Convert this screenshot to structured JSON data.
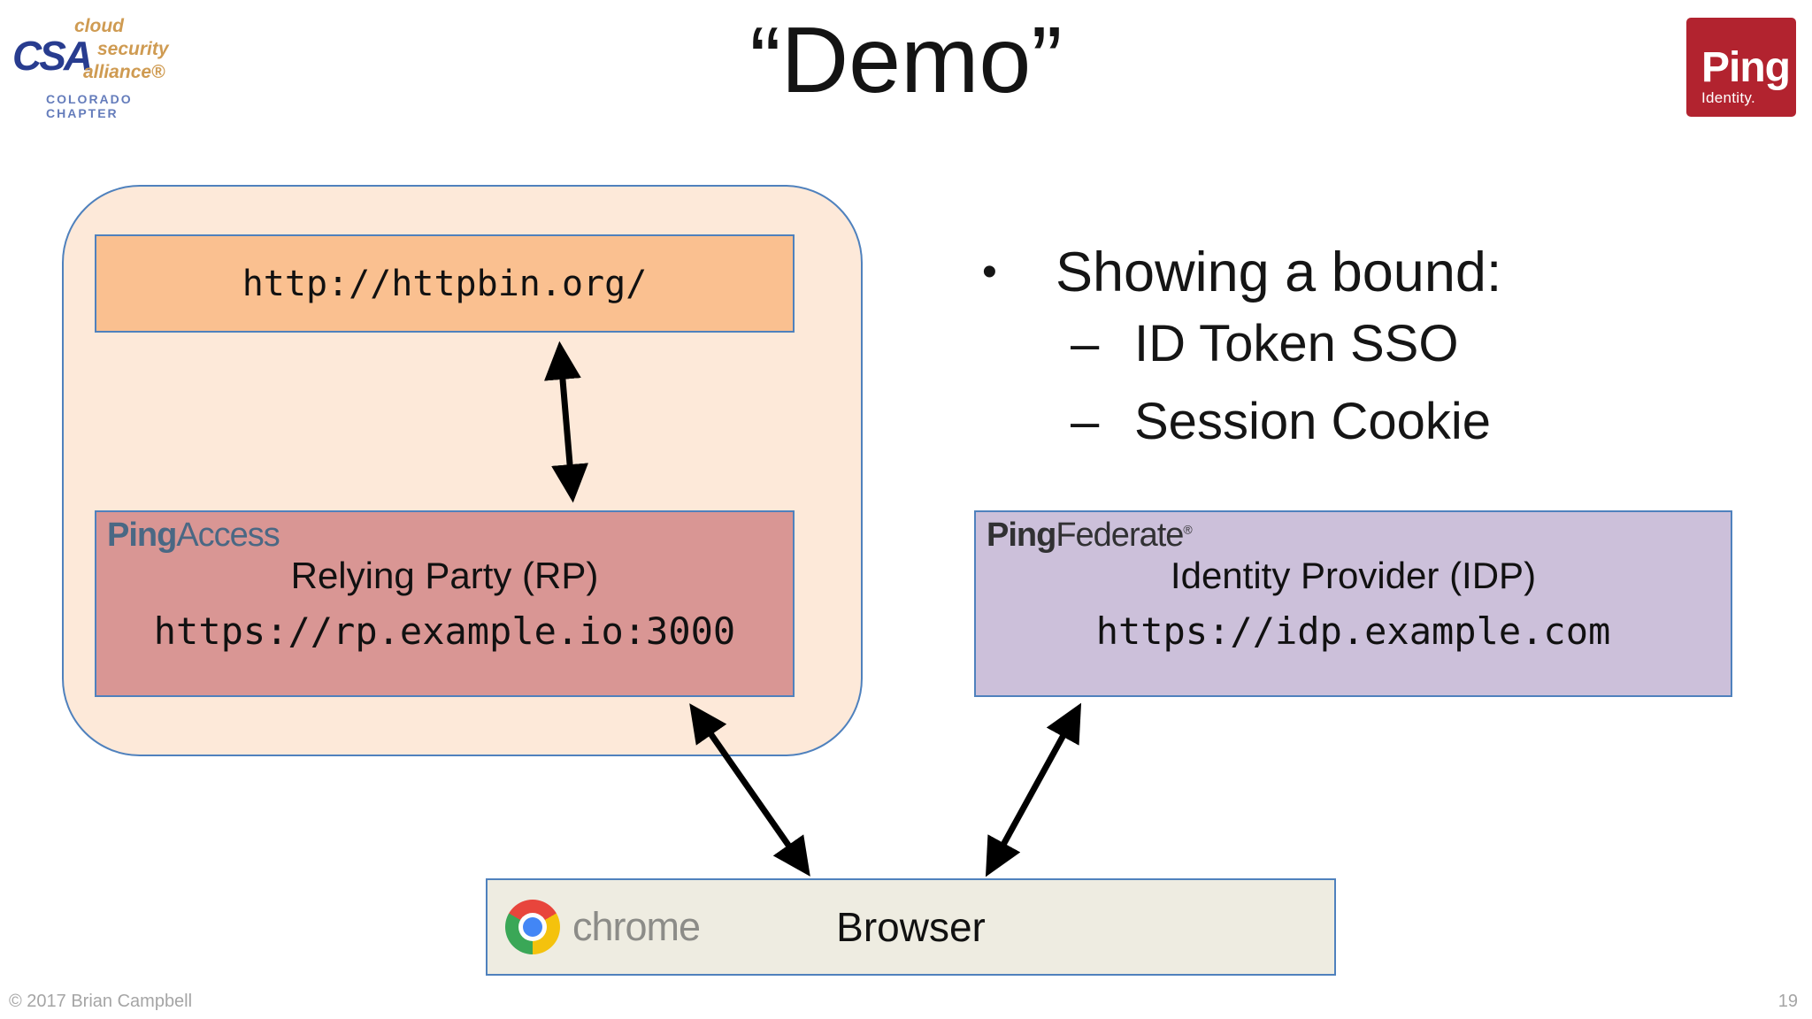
{
  "header": {
    "title": "“Demo”",
    "csa_logo": {
      "acronym": "CSA",
      "words": [
        "cloud",
        "security",
        "alliance®"
      ],
      "chapter": "COLORADO CHAPTER"
    },
    "ping_logo": {
      "name": "Ping",
      "sub": "Identity."
    }
  },
  "bullets": {
    "marker": "•",
    "dash": "–",
    "heading": "Showing a bound:",
    "items": [
      "ID Token SSO",
      "Session Cookie"
    ]
  },
  "diagram": {
    "httpbin_url": "http://httpbin.org/",
    "ping_access_brand": {
      "bold": "Ping",
      "light": "Access"
    },
    "rp_title": "Relying Party (RP)",
    "rp_url": "https://rp.example.io:3000",
    "ping_federate_brand": {
      "bold": "Ping",
      "light": "Federate",
      "mark": "®"
    },
    "idp_title": "Identity Provider (IDP)",
    "idp_url": "https://idp.example.com",
    "chrome_label": "chrome",
    "browser_label": "Browser"
  },
  "footer": {
    "copyright": "© 2017 Brian Campbell",
    "page_number": "19"
  },
  "colors": {
    "accent_border": "#4F81BD",
    "container_fill": "#FDE9D9",
    "httpbin_fill": "#FAC090",
    "rp_fill": "#D99694",
    "idp_fill": "#CCC0DA",
    "browser_fill": "#EEECE1",
    "ping_red": "#B2232F",
    "arrow": "#000000"
  }
}
